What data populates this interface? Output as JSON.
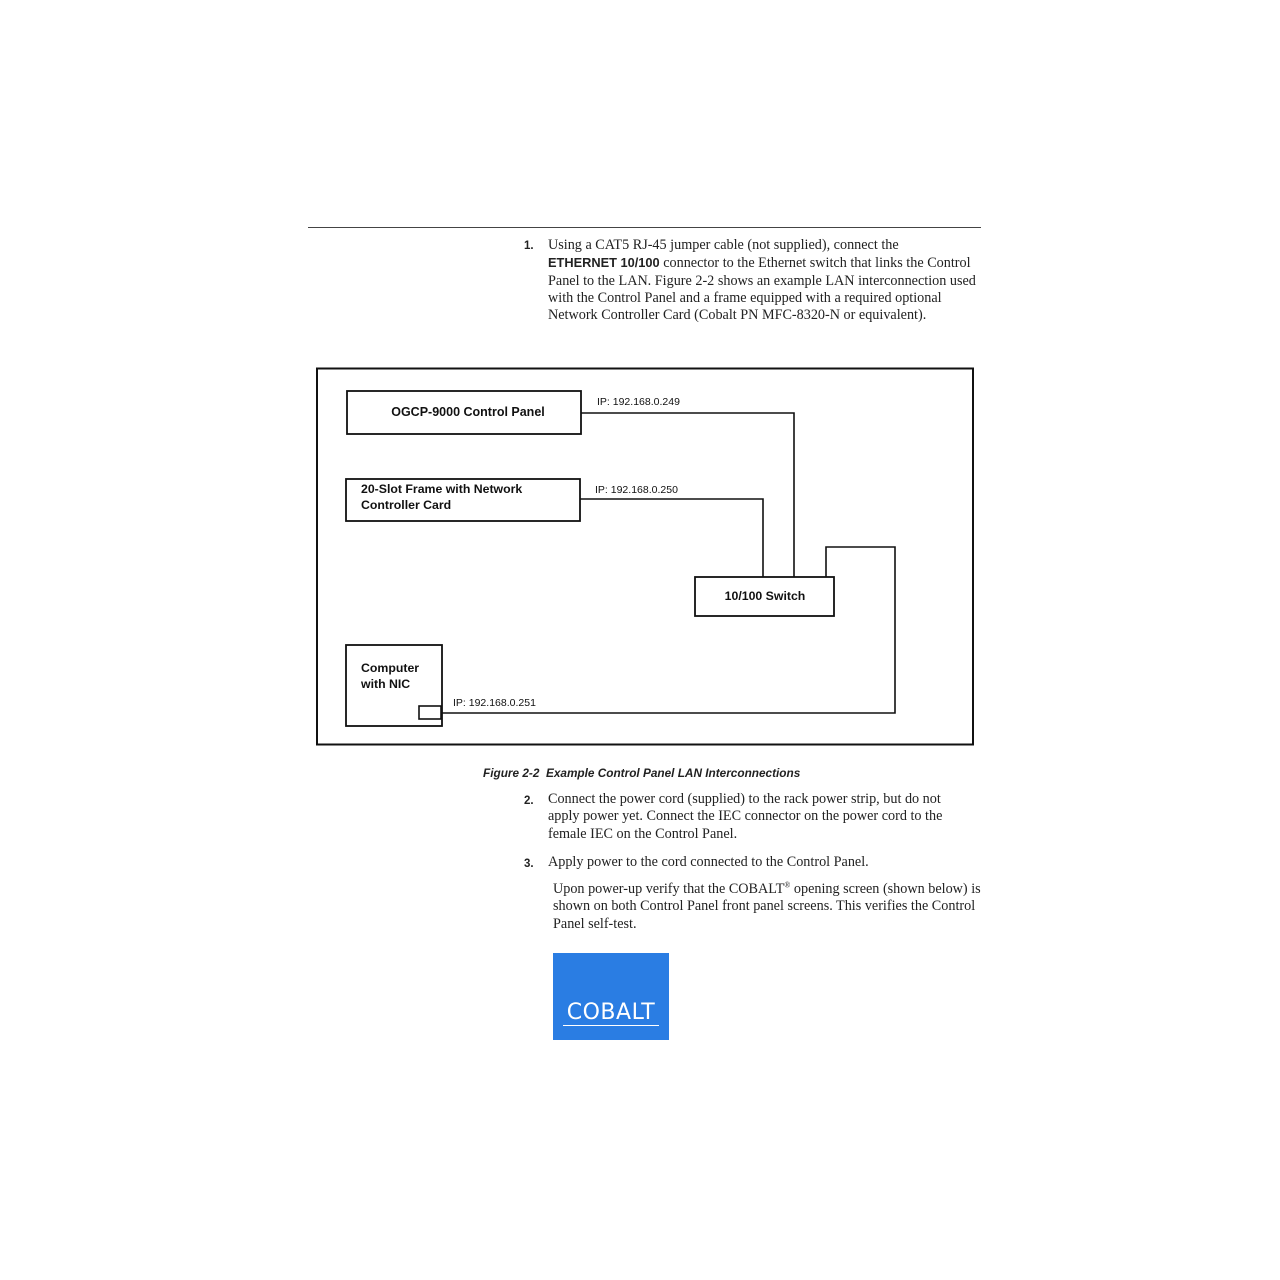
{
  "steps": [
    {
      "number": "1.",
      "text_before": "Using a CAT5 RJ-45 jumper cable (not supplied), connect the",
      "keyword": "ETHERNET 10/100",
      "text_after": " connector to the Ethernet switch that links the Control Panel to the LAN. Figure 2-2 shows an example LAN interconnection used with the Control Panel and a frame equipped with a required optional Network Controller Card (Cobalt PN MFC-8320-N or equivalent)."
    },
    {
      "number": "2.",
      "text": "Connect the power cord (supplied) to the rack power strip, but do not apply power yet. Connect the IEC connector on the power cord to the female IEC on the Control Panel."
    },
    {
      "number": "3.",
      "text": "Apply power to the cord connected to the Control Panel.",
      "note_before": "Upon power-up verify that the COBALT",
      "note_sup": "®",
      "note_after": " opening screen (shown below) is shown on both Control Panel front panel screens. This verifies the Control Panel self-test."
    }
  ],
  "diagram": {
    "nodes": {
      "control_panel": {
        "label": "OGCP-9000 Control Panel",
        "ip": "IP: 192.168.0.249"
      },
      "frame": {
        "label_line1": "20-Slot Frame with Network",
        "label_line2": "Controller Card",
        "ip": "IP: 192.168.0.250"
      },
      "switch": {
        "label": "10/100 Switch"
      },
      "computer": {
        "label_line1": "Computer",
        "label_line2": "with NIC",
        "ip": "IP: 192.168.0.251"
      }
    },
    "edges": [
      {
        "from": "control_panel",
        "to": "switch"
      },
      {
        "from": "frame",
        "to": "switch"
      },
      {
        "from": "computer",
        "to": "switch"
      }
    ]
  },
  "caption": {
    "number": "Figure 2-2",
    "title": "Example Control Panel LAN Interconnections"
  },
  "logo": {
    "text": "COBALT",
    "color": "#2a7de3"
  }
}
